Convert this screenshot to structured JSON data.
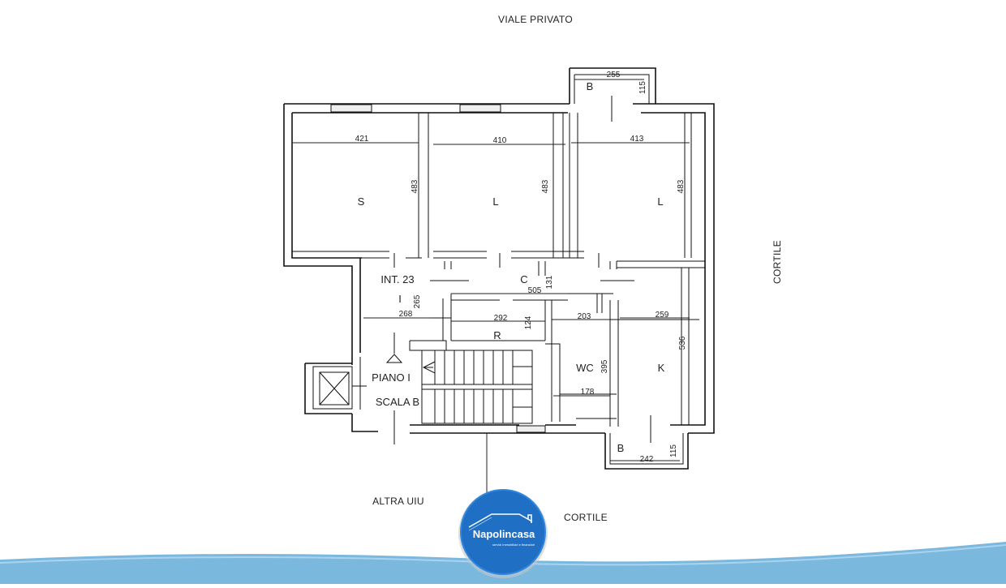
{
  "context_labels": {
    "top": "VIALE PRIVATO",
    "right": "CORTILE",
    "bottom_left": "ALTRA UIU",
    "bottom_right": "CORTILE"
  },
  "rooms": {
    "balcony_top": "B",
    "bedroom_s": "S",
    "room_l1": "L",
    "room_l2": "L",
    "unit": "INT. 23",
    "corridor": "C",
    "entrance": "I",
    "storage": "R",
    "wc": "WC",
    "kitchen": "K",
    "floor": "PIANO I",
    "stair": "SCALA B",
    "balcony_bottom": "B"
  },
  "dimensions": {
    "balcony_top_w": "255",
    "balcony_top_h": "115",
    "s_w": "421",
    "l1_w": "410",
    "l2_w": "413",
    "s_h": "483",
    "l1_h": "483",
    "l2_h": "483",
    "corridor_w": "505",
    "corridor_h": "131",
    "entrance_h": "265",
    "entrance_w": "268",
    "storage_w": "292",
    "storage_h": "124",
    "wc_w": "203",
    "wc_h": "395",
    "kitchen_w": "259",
    "kitchen_h": "536",
    "wc_bottom_w": "178",
    "balcony_bottom_w": "242",
    "balcony_bottom_h": "115"
  },
  "logo": {
    "name": "Napolincasa",
    "tagline": "servizi immobiliari e finanziari"
  },
  "colors": {
    "footer_wave": "#7ab8de",
    "logo_bg": "#1f6fc4",
    "lines": "#111111"
  }
}
